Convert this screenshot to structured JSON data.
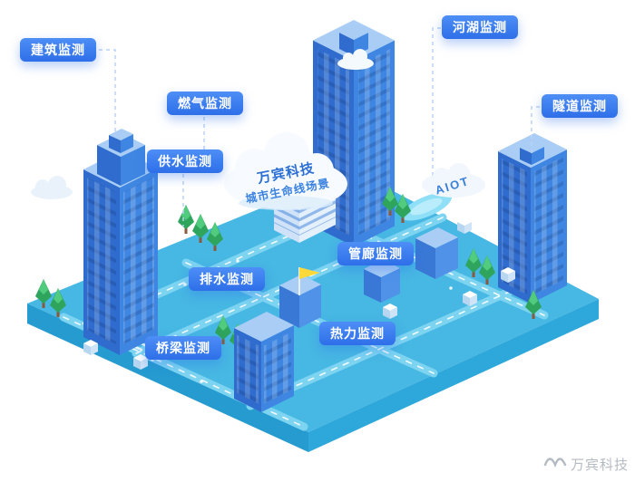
{
  "scene": {
    "cloud_title": {
      "company": "万宾科技",
      "subtitle": "城市生命线场景"
    },
    "aiot_label": "AIOT",
    "watermark": "万宾科技"
  },
  "labels": {
    "building": "建筑监测",
    "river_lake": "河湖监测",
    "gas": "燃气监测",
    "tunnel": "隧道监测",
    "water_supply": "供水监测",
    "pipe_gallery": "管廊监测",
    "drainage": "排水监测",
    "heating": "热力监测",
    "bridge": "桥梁监测"
  },
  "colors": {
    "label_top": "#4d8ef6",
    "label_bottom": "#2e6fe9",
    "platform_top": "#47b7e3",
    "platform_left": "#259bd0",
    "platform_right": "#2ea8da",
    "road": "#7dd4f1",
    "face_light": "#3f86e2",
    "face_dark": "#2f6ccd",
    "roof_light": "#a9cdf5",
    "box_light": "#4f92e8",
    "box_dark": "#3a78d6",
    "tree_green": "#2fa45c",
    "flag_yellow": "#ffd83a",
    "cloud_text": "#2b6fd4",
    "connector": "#b9d3f6",
    "watermark_gray": "#b4bac2"
  }
}
